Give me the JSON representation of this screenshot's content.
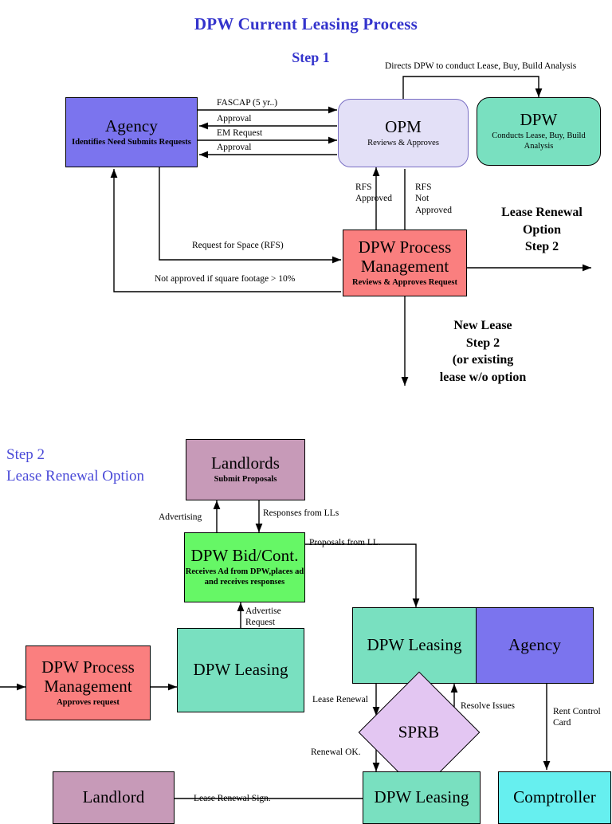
{
  "page": {
    "title": "DPW Current Leasing Process",
    "step1_label": "Step 1",
    "step2_label_line1": "Step 2",
    "step2_label_line2": "Lease Renewal Option",
    "title_color": "#3333cc"
  },
  "colors": {
    "agency_blue": "#7b74ee",
    "opm_lavender": "#e3e0f7",
    "dpw_teal": "#79e0c0",
    "process_red": "#fa7f7f",
    "landlord_mauve": "#c79ab8",
    "bid_green": "#66f766",
    "comptroller_cyan": "#66efef",
    "sprb_violet": "#e3c6f2",
    "edge_black": "#000000"
  },
  "step1": {
    "nodes": [
      {
        "id": "agency",
        "name": "Agency",
        "sub": "Identifies Need Submits\nRequests",
        "fill": "#7b74ee",
        "shape": "rect"
      },
      {
        "id": "opm",
        "name": "OPM",
        "sub": "Reviews & Approves",
        "fill": "#e3e0f7",
        "shape": "rounded"
      },
      {
        "id": "dpw",
        "name": "DPW",
        "sub": "Conducts Lease, Buy, Build\nAnalysis",
        "fill": "#79e0c0",
        "shape": "rounded"
      },
      {
        "id": "process",
        "name": "DPW Process\nManagement",
        "sub": "Reviews & Approves Request",
        "fill": "#fa7f7f",
        "shape": "rect"
      }
    ],
    "edge_labels": [
      "FASCAP (5 yr..)",
      "Approval",
      "EM Request",
      "Approval",
      "Directs DPW to conduct Lease, Buy, Build Analysis",
      "RFS\nApproved",
      "RFS\nNot\nApproved",
      "Request for Space (RFS)",
      "Not approved if square footage > 10%"
    ],
    "annotations": [
      "Lease Renewal\nOption\nStep 2",
      "New Lease\nStep 2\n(or existing\nlease w/o option"
    ]
  },
  "step2": {
    "nodes": [
      {
        "id": "landlords",
        "name": "Landlords",
        "sub": "Submit Proposals",
        "fill": "#c79ab8",
        "shape": "rect"
      },
      {
        "id": "bidcont",
        "name": "DPW\nBid/Cont.",
        "sub": "Receives Ad from DPW,places ad\nand receives responses",
        "fill": "#66f766",
        "shape": "rect"
      },
      {
        "id": "process2",
        "name": "DPW Process\nManagement",
        "sub": "Approves request",
        "fill": "#fa7f7f",
        "shape": "rect"
      },
      {
        "id": "leasing1",
        "name": "DPW\nLeasing",
        "sub": "",
        "fill": "#79e0c0",
        "shape": "rect"
      },
      {
        "id": "leasing2",
        "name": "DPW\nLeasing",
        "sub": "",
        "fill": "#79e0c0",
        "shape": "rect"
      },
      {
        "id": "agency2",
        "name": "Agency",
        "sub": "",
        "fill": "#7b74ee",
        "shape": "rect"
      },
      {
        "id": "sprb",
        "name": "SPRB",
        "sub": "",
        "fill": "#e3c6f2",
        "shape": "diamond"
      },
      {
        "id": "landlord",
        "name": "Landlord",
        "sub": "",
        "fill": "#c79ab8",
        "shape": "rect"
      },
      {
        "id": "leasing3",
        "name": "DPW\nLeasing",
        "sub": "",
        "fill": "#79e0c0",
        "shape": "rect"
      },
      {
        "id": "comptroller",
        "name": "Comptroller",
        "sub": "",
        "fill": "#66efef",
        "shape": "rect"
      }
    ],
    "edge_labels": [
      "Advertising",
      "Responses from LLs",
      "Proposals from LL.",
      "Advertise\nRequest",
      "Lease Renewal",
      "Resolve Issues",
      "Rent Control\nCard",
      "Renewal OK.",
      "Lease Renewal Sign."
    ]
  }
}
